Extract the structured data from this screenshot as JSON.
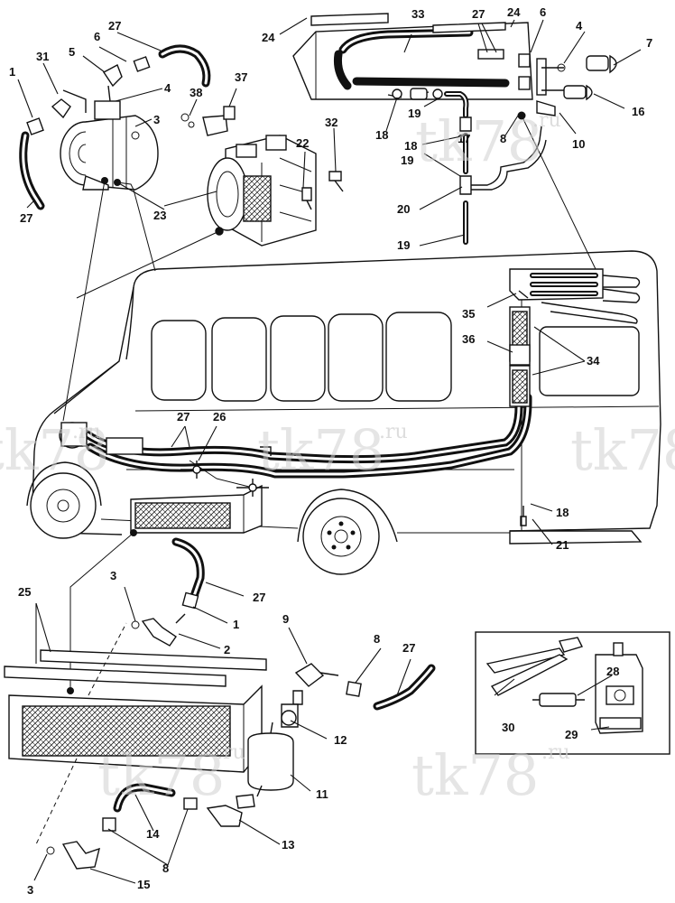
{
  "watermark": {
    "text": "tk78",
    "suffix": ".ru"
  },
  "callouts": {
    "c1": "1",
    "c2": "2",
    "c3": "3",
    "c4": "4",
    "c5": "5",
    "c6": "6",
    "c7": "7",
    "c8": "8",
    "c9": "9",
    "c10": "10",
    "c11": "11",
    "c12": "12",
    "c13": "13",
    "c14": "14",
    "c15": "15",
    "c16": "16",
    "c17": "17",
    "c18": "18",
    "c19": "19",
    "c20": "20",
    "c21": "21",
    "c22": "22",
    "c23": "23",
    "c24": "24",
    "c25": "25",
    "c26": "26",
    "c27": "27",
    "c28": "28",
    "c29": "29",
    "c30": "30",
    "c31": "31",
    "c32": "32",
    "c33": "33",
    "c34": "34",
    "c35": "35",
    "c36": "36",
    "c37": "37",
    "c38": "38"
  }
}
